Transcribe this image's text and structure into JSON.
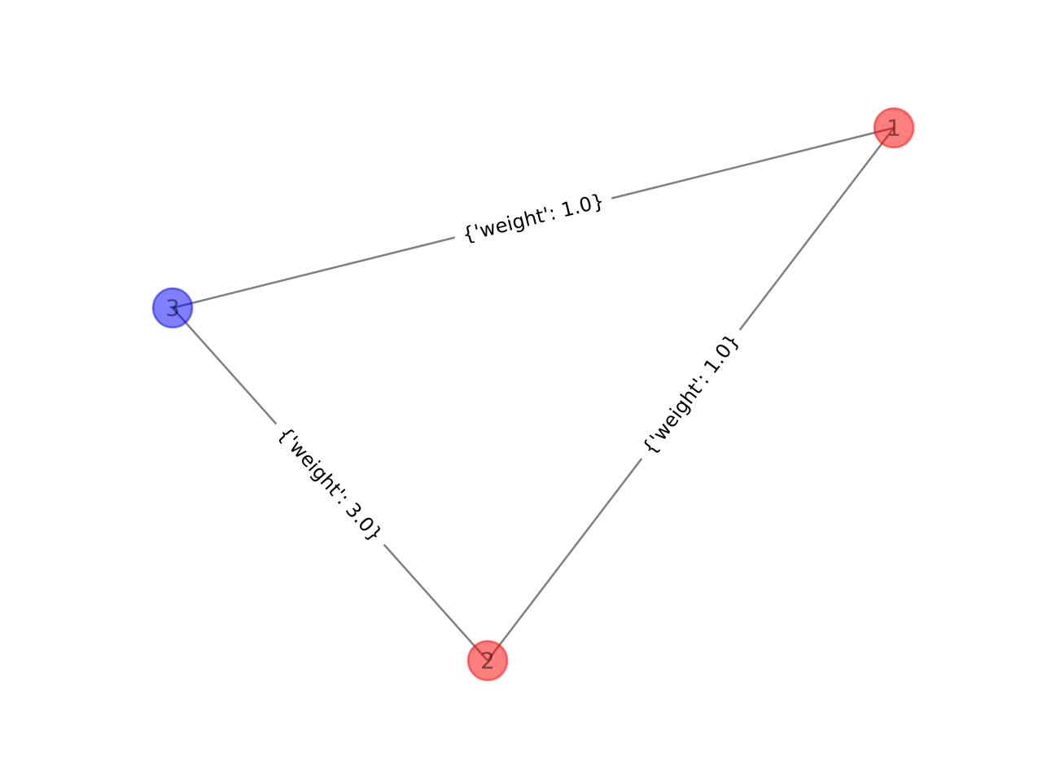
{
  "nodes": [
    {
      "id": "1",
      "label": "1",
      "color": "#ff0000"
    },
    {
      "id": "2",
      "label": "2",
      "color": "#ff0000"
    },
    {
      "id": "3",
      "label": "3",
      "color": "#0000ff"
    }
  ],
  "edges": [
    {
      "source": "3",
      "target": "1",
      "label": "{'weight': 1.0}"
    },
    {
      "source": "1",
      "target": "2",
      "label": "{'weight': 1.0}"
    },
    {
      "source": "3",
      "target": "2",
      "label": "{'weight': 3.0}"
    }
  ],
  "styles": {
    "edge_color": "#808080",
    "node_opacity": 0.5,
    "label_color": "#000000"
  }
}
